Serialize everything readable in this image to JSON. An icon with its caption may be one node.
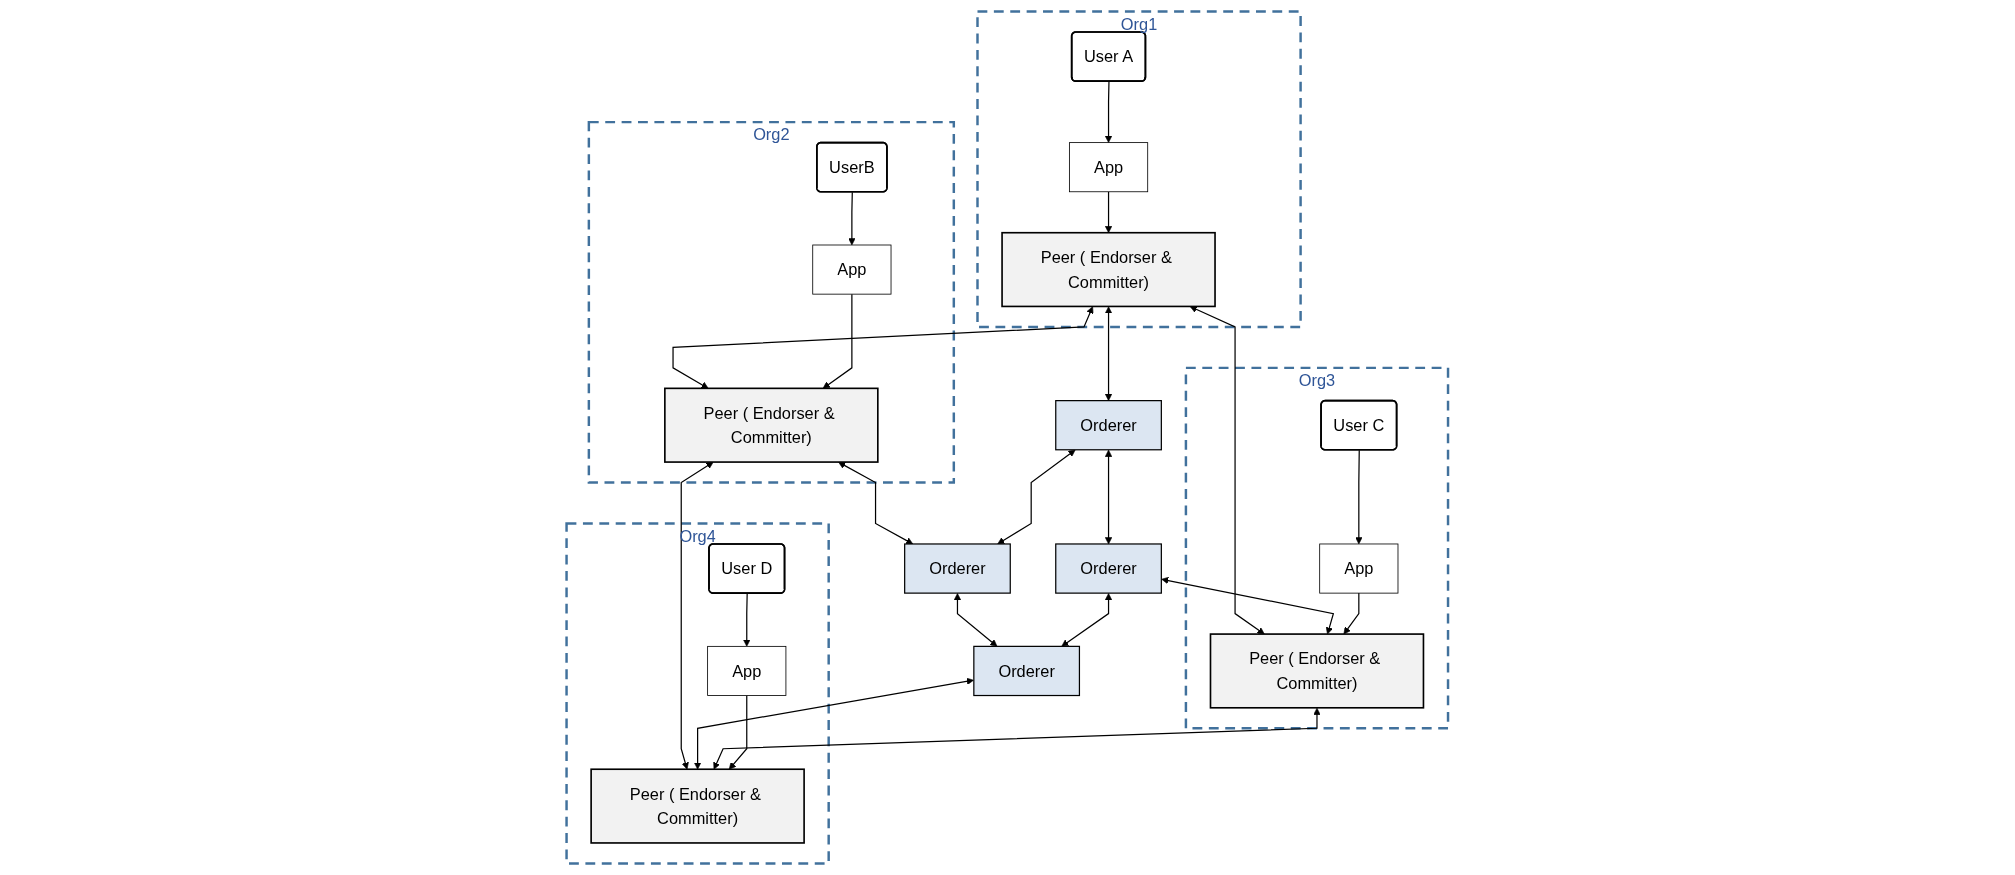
{
  "diagram": {
    "nodes": [
      {
        "text": [
          "Org1"
        ]
      },
      {
        "text": [
          "User A"
        ],
        "in": 0
      },
      {
        "text": [
          "App"
        ],
        "in": 0
      },
      {
        "text": [
          "Peer ( Endorser & Committer)"
        ],
        "in": 0
      },
      {
        "text": [
          "Org2"
        ]
      },
      {
        "text": [
          "Peer ( Endorser & Committer)"
        ],
        "in": 4
      },
      {
        "text": [
          "App"
        ],
        "in": 4
      },
      {
        "text": [
          "UserB"
        ],
        "in": 4
      },
      {
        "text": [
          "Orderer"
        ]
      },
      {
        "text": [
          "Orderer"
        ]
      },
      {
        "text": [
          "Orderer"
        ]
      },
      {
        "text": [
          "Orderer"
        ]
      },
      {
        "text": [
          "Org3"
        ]
      },
      {
        "text": [
          "User C"
        ],
        "in": 12
      },
      {
        "text": [
          "App"
        ],
        "in": 12
      },
      {
        "text": [
          "Peer ( Endorser & Committer)"
        ],
        "in": 12
      },
      {
        "text": [
          "Org4"
        ]
      },
      {
        "text": [
          "Peer ( Endorser & Committer)"
        ],
        "in": 16
      },
      {
        "text": [
          "App"
        ],
        "in": 16
      },
      {
        "text": [
          "User D"
        ],
        "in": 16
      }
    ],
    "edges": [
      {
        "from": 1,
        "to": 2,
        "arrow": "to"
      },
      {
        "from": 2,
        "to": 3,
        "arrow": "to"
      },
      {
        "from": 3,
        "to": 5,
        "arrow": "both"
      },
      {
        "from": 6,
        "to": 5,
        "arrow": "to"
      },
      {
        "from": 7,
        "to": 6,
        "arrow": "to"
      },
      {
        "from": 3,
        "to": 8,
        "arrow": "both"
      },
      {
        "from": 5,
        "to": 9,
        "arrow": "both"
      },
      {
        "from": 8,
        "to": 9,
        "arrow": "both"
      },
      {
        "from": 8,
        "to": 10,
        "arrow": "both"
      },
      {
        "from": 9,
        "to": 11,
        "arrow": "both"
      },
      {
        "from": 10,
        "to": 11,
        "arrow": "both"
      },
      {
        "from": 3,
        "to": 15,
        "arrow": "both"
      },
      {
        "from": 5,
        "to": 17,
        "arrow": "both"
      },
      {
        "from": 10,
        "to": 15,
        "arrow": "both"
      },
      {
        "from": 11,
        "to": 17,
        "arrow": "both"
      },
      {
        "from": 13,
        "to": 14,
        "arrow": "to"
      },
      {
        "from": 14,
        "to": 15,
        "arrow": "to"
      },
      {
        "from": 15,
        "to": 17,
        "arrow": "both"
      },
      {
        "from": 18,
        "to": 17,
        "arrow": "to"
      },
      {
        "from": 19,
        "to": 18,
        "arrow": "to"
      }
    ]
  }
}
